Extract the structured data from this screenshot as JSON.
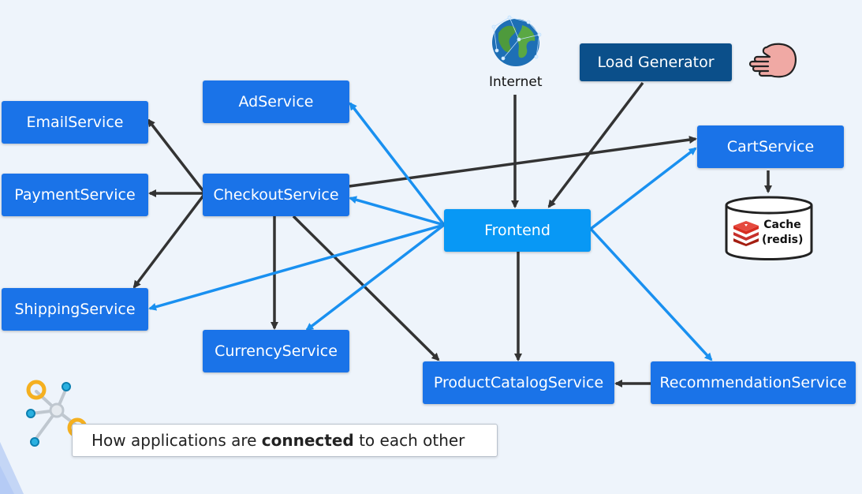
{
  "colors": {
    "service": "#1a73e8",
    "frontend": "#0898f5",
    "load_generator": "#0b4f8a",
    "dark_arrow": "#333333",
    "blue_arrow": "#1990f0",
    "background": "#eef4fb"
  },
  "nodes": {
    "ad": "AdService",
    "email": "EmailService",
    "payment": "PaymentService",
    "checkout": "CheckoutService",
    "shipping": "ShippingService",
    "currency": "CurrencyService",
    "frontend": "Frontend",
    "product_catalog": "ProductCatalogService",
    "recommendation": "RecommendationService",
    "cart": "CartService",
    "load_generator": "Load Generator"
  },
  "internet_label": "Internet",
  "cache": {
    "line1": "Cache",
    "line2": "(redis)"
  },
  "caption": {
    "prefix": "How applications are ",
    "bold": "connected",
    "suffix": " to each other"
  },
  "icons": [
    "globe-icon",
    "pointing-hand-icon",
    "redis-icon",
    "network-icon"
  ]
}
